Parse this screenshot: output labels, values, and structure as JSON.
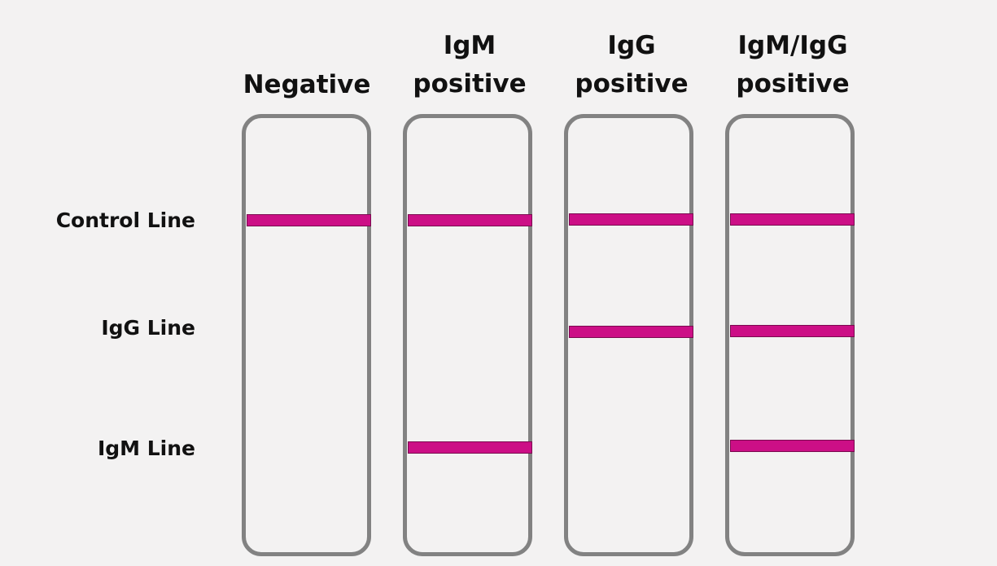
{
  "columns": [
    {
      "title": "Negative",
      "bands": {
        "control": true,
        "igg": false,
        "igm": false
      }
    },
    {
      "title": "IgM\npositive",
      "bands": {
        "control": true,
        "igg": false,
        "igm": true
      }
    },
    {
      "title": "IgG\npositive",
      "bands": {
        "control": true,
        "igg": true,
        "igm": false
      }
    },
    {
      "title": "IgM/IgG\npositive",
      "bands": {
        "control": true,
        "igg": true,
        "igm": true
      }
    }
  ],
  "rows": [
    {
      "key": "control",
      "label": "Control Line"
    },
    {
      "key": "igg",
      "label": "IgG Line"
    },
    {
      "key": "igm",
      "label": "IgM Line"
    }
  ],
  "colors": {
    "band": "#cc0f86",
    "strip_border": "#828282",
    "background": "#f3f2f2"
  }
}
